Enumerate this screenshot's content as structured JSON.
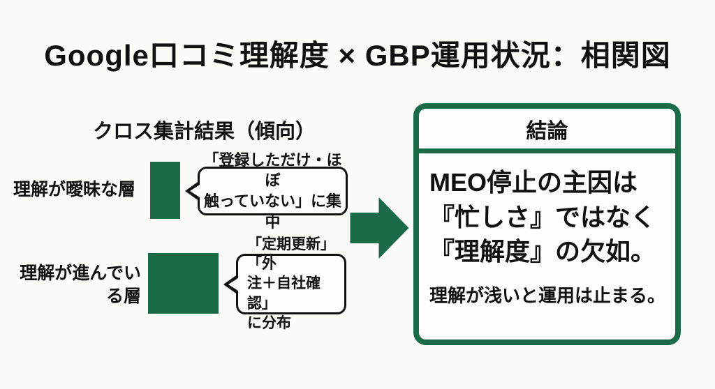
{
  "page": {
    "title": "Google口コミ理解度 × GBP運用状況：相関図"
  },
  "left_section": {
    "heading": "クロス集計結果（傾向）",
    "rows": [
      {
        "label": "理解が曖昧な層",
        "callout": "「登録しただけ・ほぼ\n触っていない」に集中"
      },
      {
        "label": "理解が進んでい\nる層",
        "callout": "「定期更新」「外\n注＋自社確認」\nに分布"
      }
    ]
  },
  "conclusion": {
    "heading": "結論",
    "body": "MEO停止の主因は\n『忙しさ』ではなく\n『理解度』の欠如。",
    "note": "理解が浅いと運用は止まる。"
  },
  "colors": {
    "green": "#1b6a48",
    "text": "#111111",
    "background": "#fbfbf8"
  }
}
